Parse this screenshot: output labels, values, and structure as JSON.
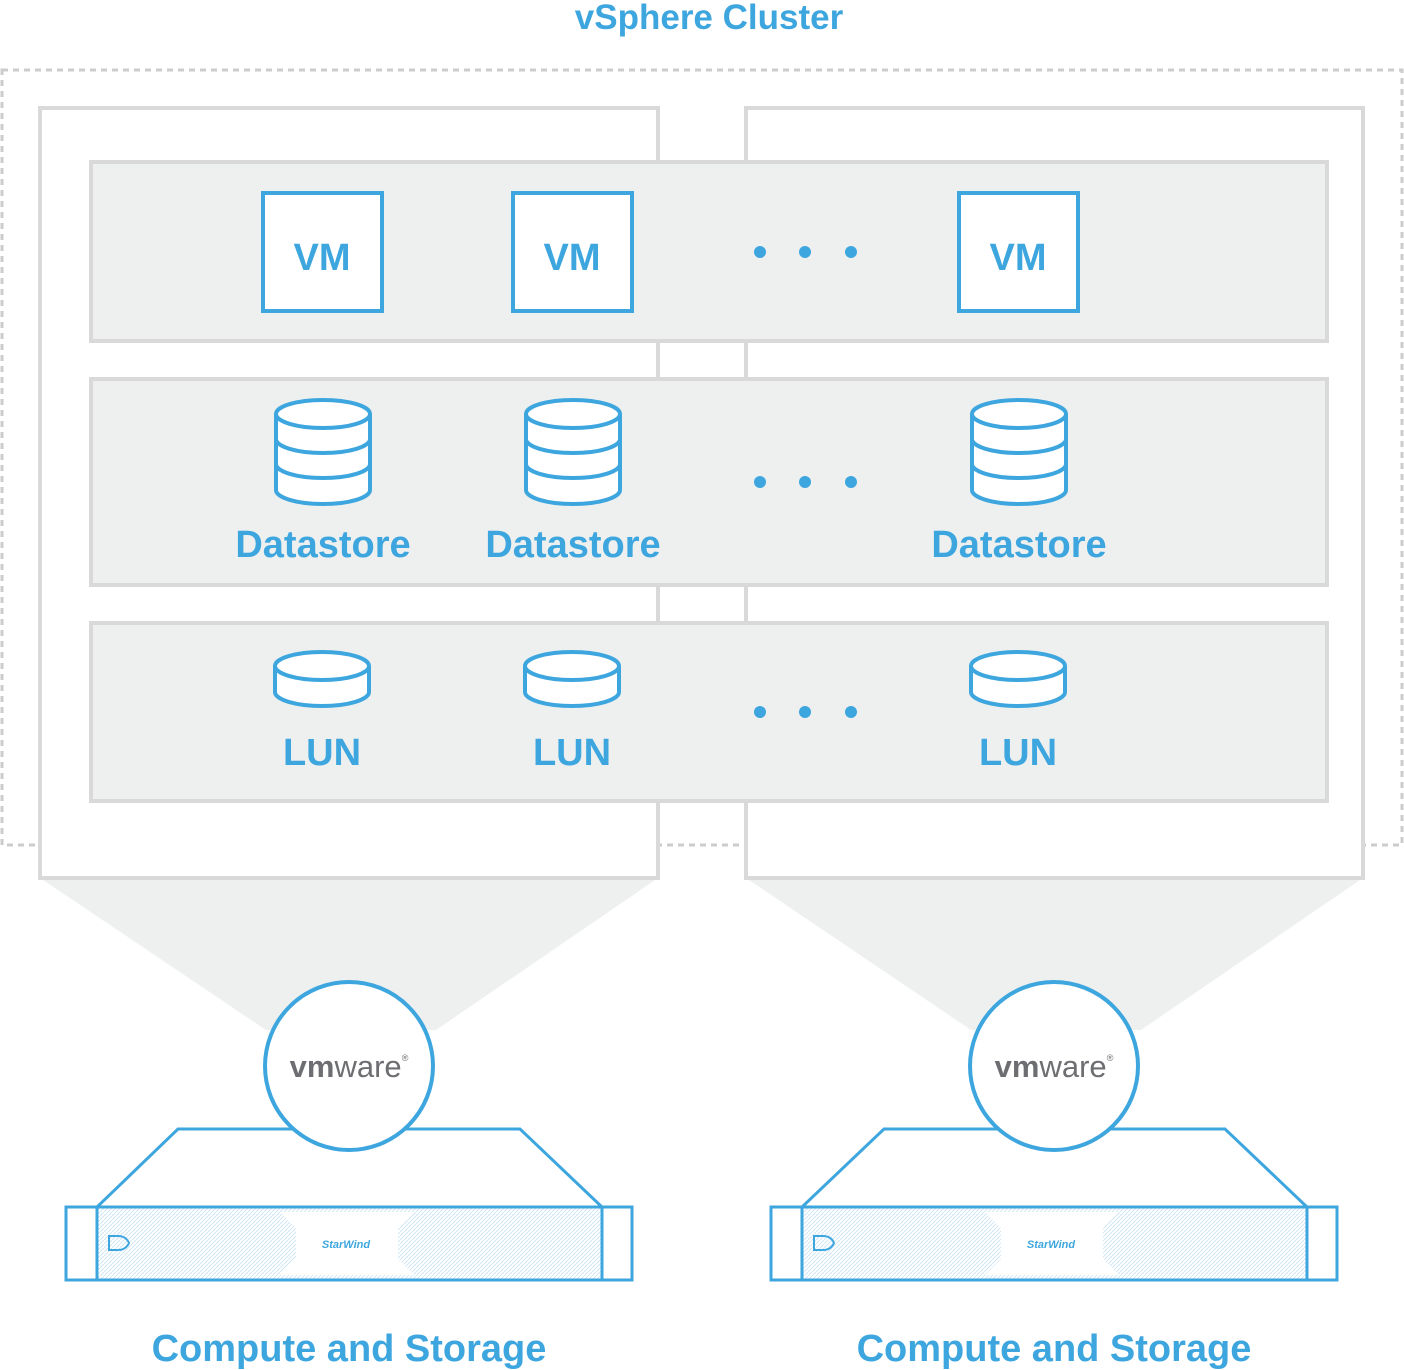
{
  "title": "vSphere Cluster",
  "vm_row": {
    "items": [
      "VM",
      "VM",
      "VM"
    ]
  },
  "datastore_row": {
    "items": [
      "Datastore",
      "Datastore",
      "Datastore"
    ]
  },
  "lun_row": {
    "items": [
      "LUN",
      "LUN",
      "LUN"
    ]
  },
  "hosts": [
    {
      "hypervisor_logo": {
        "vm": "vm",
        "ware": "ware",
        "mark": "®"
      },
      "server_brand": "StarWind",
      "caption": "Compute and Storage"
    },
    {
      "hypervisor_logo": {
        "vm": "vm",
        "ware": "ware",
        "mark": "®"
      },
      "server_brand": "StarWind",
      "caption": "Compute and Storage"
    }
  ],
  "colors": {
    "accent": "#3ea6de",
    "panel_fill": "#eef0f0",
    "panel_border": "#d9d9d9",
    "logo_gray": "#6d6e71"
  },
  "icons": {
    "ellipsis": "ellipsis-icon",
    "datastore": "database-stack-icon",
    "lun": "disk-icon",
    "server": "rack-server-icon"
  }
}
